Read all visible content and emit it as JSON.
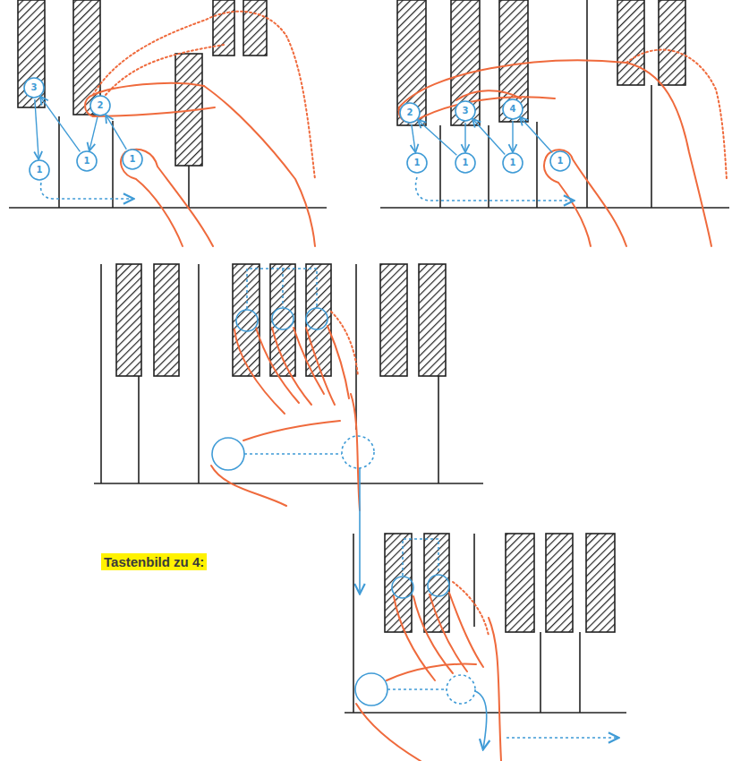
{
  "diagram": {
    "nodes": [
      {
        "text": [
          "3"
        ]
      },
      {
        "text": [
          "2"
        ]
      },
      {
        "text": [
          "1"
        ]
      },
      {
        "text": [
          "1"
        ]
      },
      {
        "text": [
          "1"
        ]
      },
      {
        "text": [
          "2"
        ]
      },
      {
        "text": [
          "3"
        ]
      },
      {
        "text": [
          "4"
        ]
      },
      {
        "text": [
          "1"
        ]
      },
      {
        "text": [
          "1"
        ]
      },
      {
        "text": [
          "1"
        ]
      },
      {
        "text": [
          "1"
        ]
      }
    ],
    "edges": [
      {
        "from": 0,
        "to": 2,
        "arrow": "to"
      },
      {
        "from": 3,
        "to": 0,
        "arrow": "to"
      },
      {
        "from": 1,
        "to": 3,
        "arrow": "to"
      },
      {
        "from": 4,
        "to": 1,
        "arrow": "to"
      },
      {
        "from": 5,
        "to": 8,
        "arrow": "to"
      },
      {
        "from": 9,
        "to": 5,
        "arrow": "to"
      },
      {
        "from": 6,
        "to": 9,
        "arrow": "to"
      },
      {
        "from": 10,
        "to": 6,
        "arrow": "to"
      },
      {
        "from": 7,
        "to": 10,
        "arrow": "to"
      },
      {
        "from": 11,
        "to": 7,
        "arrow": "to"
      }
    ],
    "labels": [
      "Tastenbild zu 4:"
    ]
  }
}
